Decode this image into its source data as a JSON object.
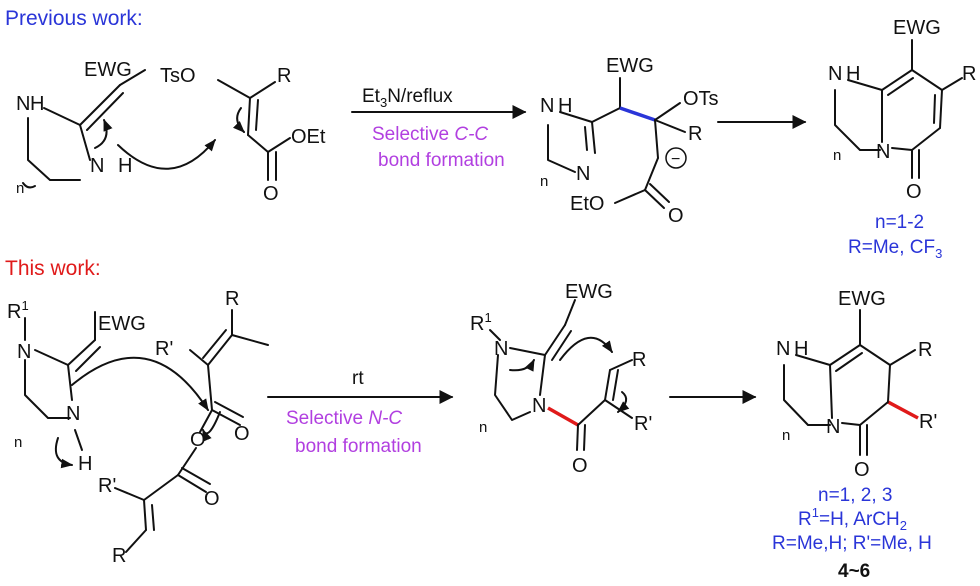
{
  "colors": {
    "previous_header": "#2a35d8",
    "this_header": "#e01a1a",
    "selective": "#b13fe0",
    "info": "#2a35d8",
    "highlight_blue": "#2a35d8",
    "highlight_red": "#e01a1a",
    "ink": "#111111"
  },
  "previous": {
    "header": "Previous work:",
    "reactant1": {
      "ewg": "EWG",
      "nh_top": "H",
      "n1": "N",
      "n2": "N",
      "nh_bottom": "H",
      "n_sub": "n"
    },
    "reactant2": {
      "ots": "TsO",
      "r": "R",
      "oet": "OEt",
      "o": "O"
    },
    "condition": {
      "reagent": "Et",
      "sub": "3",
      "rest": "N/reflux",
      "selective_prefix": "Selective ",
      "selective_bond": "C-C",
      "selective_line2": "bond formation"
    },
    "intermediate": {
      "ewg": "EWG",
      "ots": "OTs",
      "r": "R",
      "nh": "H",
      "n1": "N",
      "n2": "N",
      "eto": "EtO",
      "o": "O",
      "n_sub": "n",
      "charge": "−"
    },
    "product": {
      "ewg": "EWG",
      "r": "R",
      "nh": "H",
      "n1": "N",
      "n2": "N",
      "o": "O",
      "n_sub": "n"
    },
    "scope": {
      "line1": "n=1-2",
      "line2_prefix": "R=Me, CF",
      "line2_sub": "3"
    }
  },
  "this": {
    "header": "This work:",
    "reactant1": {
      "r1": "R",
      "r1_sup": "1",
      "ewg": "EWG",
      "n1": "N",
      "n2": "N",
      "nh": "H",
      "n_sub": "n"
    },
    "anhydride": {
      "r_top": "R",
      "rprime_top": "R'",
      "o_carbonyl_top": "O",
      "o_bridge": "O",
      "rprime_bottom": "R'",
      "o_carbonyl_bottom": "O",
      "r_bottom": "R"
    },
    "condition": {
      "reagent": "rt",
      "selective_prefix": "Selective ",
      "selective_bond": "N-C",
      "selective_line2": "bond formation"
    },
    "intermediate": {
      "r1": "R",
      "r1_sup": "1",
      "ewg": "EWG",
      "n1": "N",
      "n2": "N",
      "r": "R",
      "rprime": "R'",
      "o": "O",
      "n_sub": "n"
    },
    "product": {
      "ewg": "EWG",
      "r": "R",
      "rprime": "R'",
      "nh": "H",
      "n1": "N",
      "n2": "N",
      "o": "O",
      "n_sub": "n"
    },
    "scope": {
      "line1": "n=1, 2, 3",
      "line2_a": "R",
      "line2_sup": "1",
      "line2_b": "=H, ArCH",
      "line2_sub": "2",
      "line3": "R=Me,H; R'=Me, H",
      "compound": "4~6"
    }
  }
}
